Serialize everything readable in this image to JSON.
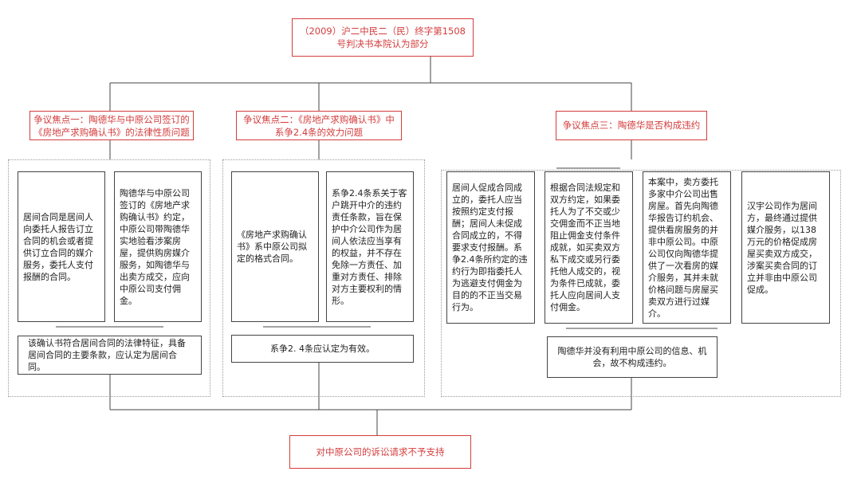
{
  "top_title": "（2009）沪二中民二（民）终字第1508号判决书本院认为部分",
  "focus1": {
    "title": "争议焦点一：陶德华与中原公司签订的《房地产求购确认书》的法律性质问题",
    "left": "居间合同是居间人向委托人报告订立合同的机会或者提供订立合同的媒介服务，委托人支付报酬的合同。",
    "right": "陶德华与中原公司签订的《房地产求购确认书》约定，中原公司带陶德华实地验看涉案房屋，提供购房媒介服务，如陶德华与出卖方成交，应向中原公司支付佣金。",
    "conclusion": "该确认书符合居间合同的法律特征，具备居间合同的主要条款，应认定为居间合同。"
  },
  "focus2": {
    "title": "争议焦点二：《房地产求购确认书》中系争2.4条的效力问题",
    "left": "《房地产求购确认书》系中原公司拟定的格式合同。",
    "right": "系争2.4条系关于客户跳开中介的违约责任条款，旨在保护中介公司作为居间人依法应当享有的权益，并不存在免除一方责任、加重对方责任、排除对方主要权利的情形。",
    "conclusion": "系争2. 4条应认定为有效。"
  },
  "focus3": {
    "title": "争议焦点三：陶德华是否构成违约",
    "col1": "居间人促成合同成立的，委托人应当按照约定支付报酬；居间人未促成合同成立的，不得要求支付报酬。系争2.4条所约定的违约行为即指委托人为逃避支付佣金为目的的不正当交易行为。",
    "col2": "根据合同法规定和双方约定，如果委托人为了不交或少交佣金而不正当地阻止佣金支付条件成就，如买卖双方私下成交或另行委托他人成交的，视为条件已成就，委托人应向居间人支付佣金。",
    "col3": "本案中，卖方委托多家中介公司出售房屋。首先向陶德华报告订约机会、提供看房服务的并非中原公司。中原公司仅向陶德华提供了一次看房的媒介服务，其并未就价格问题与房屋买卖双方进行过媒介。",
    "col4": "汉宇公司作为居间方，最终通过提供媒介服务，以138万元的价格促成房屋买卖双方成交，涉案买卖合同的订立并非由中原公司促成。",
    "conclusion": "陶德华并没有利用中原公司的信息、机会，故不构成违约。"
  },
  "final": "对中原公司的诉讼请求不予支持",
  "colors": {
    "accent_red": "#d43d3d",
    "line": "#444444",
    "group_border": "#9a9a9a"
  }
}
